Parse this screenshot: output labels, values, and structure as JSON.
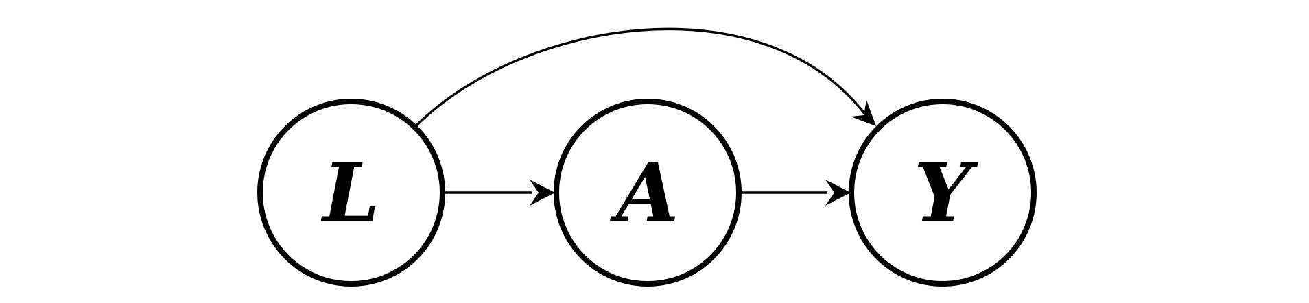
{
  "diagram": {
    "nodes": [
      {
        "id": "L",
        "label": "L"
      },
      {
        "id": "A",
        "label": "A"
      },
      {
        "id": "Y",
        "label": "Y"
      }
    ],
    "edges": [
      {
        "from": "L",
        "to": "A"
      },
      {
        "from": "A",
        "to": "Y"
      },
      {
        "from": "L",
        "to": "Y"
      }
    ]
  }
}
